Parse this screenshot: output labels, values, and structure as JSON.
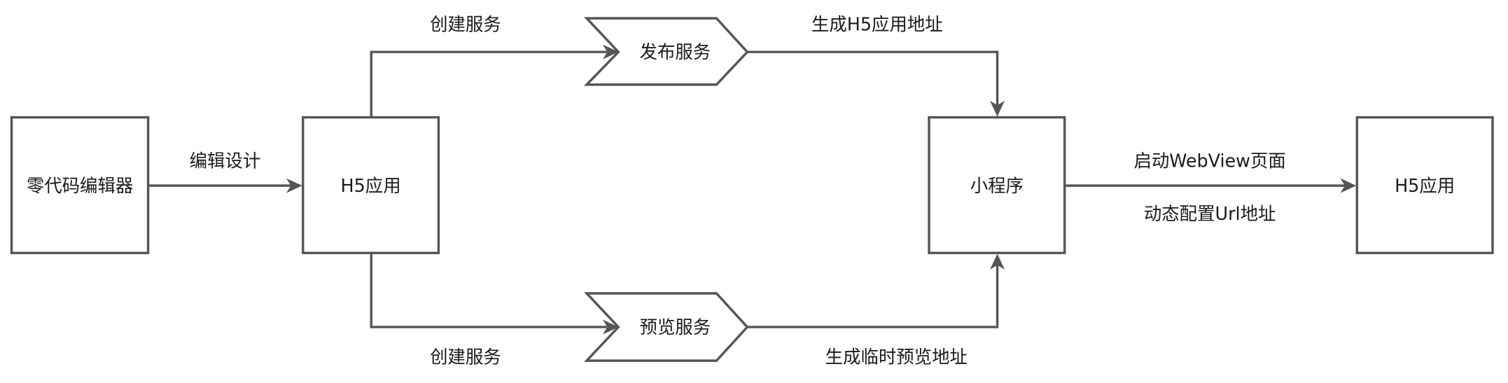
{
  "nodes": {
    "editor": "零代码编辑器",
    "h5_app_source": "H5应用",
    "publish_service": "发布服务",
    "preview_service": "预览服务",
    "mini_program": "小程序",
    "h5_app_target": "H5应用"
  },
  "edges": {
    "editor_to_h5": "编辑设计",
    "h5_to_publish": "创建服务",
    "publish_to_mini": "生成H5应用地址",
    "h5_to_preview": "创建服务",
    "preview_to_mini": "生成临时预览地址",
    "mini_to_h5_line1": "启动WebView页面",
    "mini_to_h5_line2": "动态配置Url地址"
  },
  "colors": {
    "stroke": "#555555",
    "text": "#1a1a1a",
    "background": "#ffffff"
  }
}
